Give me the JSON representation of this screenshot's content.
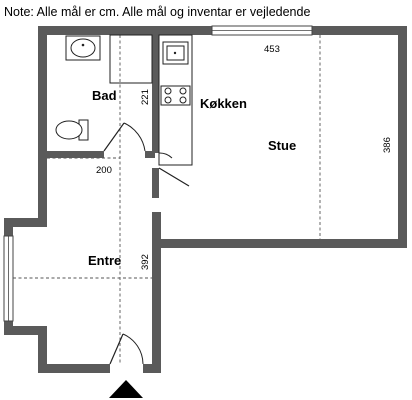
{
  "note": "Note: Alle mål er cm. Alle mål og inventar er vejledende",
  "rooms": {
    "bad": "Bad",
    "kokken": "Køkken",
    "stue": "Stue",
    "entre": "Entre"
  },
  "dimensions": {
    "stue_width": "453",
    "stue_height": "386",
    "bad_height": "221",
    "bad_width": "200",
    "entre_height": "392"
  },
  "icons": {
    "entrance": "entrance-arrow-icon"
  }
}
